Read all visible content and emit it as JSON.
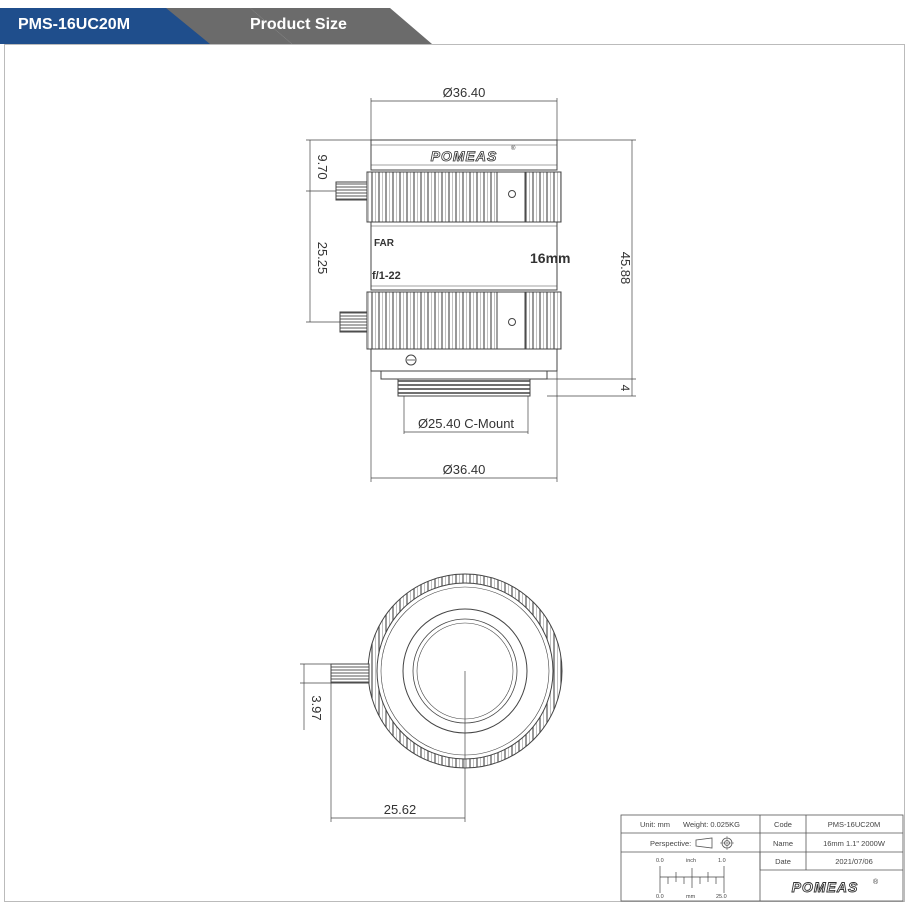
{
  "header": {
    "model": "PMS-16UC20M",
    "section": "Product Size",
    "model_color": "#1f4e8c",
    "section_color": "#6b6b6b"
  },
  "side_view": {
    "lens_text": {
      "brand": "POMEAS",
      "far": "FAR",
      "aperture": "f/1-22",
      "focal": "16mm"
    },
    "dimensions": {
      "top_diameter": "Ø36.40",
      "bottom_diameter": "Ø36.40",
      "mount": "Ø25.40  C-Mount",
      "length": "45.88",
      "upper_offset": "9.70",
      "screw_spacing": "25.25",
      "flange": "4"
    }
  },
  "front_view": {
    "dimensions": {
      "screw_offset": "3.97",
      "center_to_edge": "25.62"
    }
  },
  "title_block": {
    "unit": "Unit: mm",
    "weight": "Weight: 0.025KG",
    "perspective_label": "Perspective:",
    "code_label": "Code",
    "code_value": "PMS-16UC20M",
    "name_label": "Name",
    "name_value": "16mm  1.1\" 2000W",
    "date_label": "Date",
    "date_value": "2021/07/06",
    "scale_top_left": "0.0",
    "scale_top_mid": "inch",
    "scale_top_right": "1.0",
    "scale_bottom_left": "0.0",
    "scale_bottom_mid": "mm",
    "scale_bottom_right": "25.0",
    "logo": "POMEAS"
  },
  "icons": {
    "brand_logo": "pomeas-logo",
    "projection": "first-angle-projection-icon"
  }
}
